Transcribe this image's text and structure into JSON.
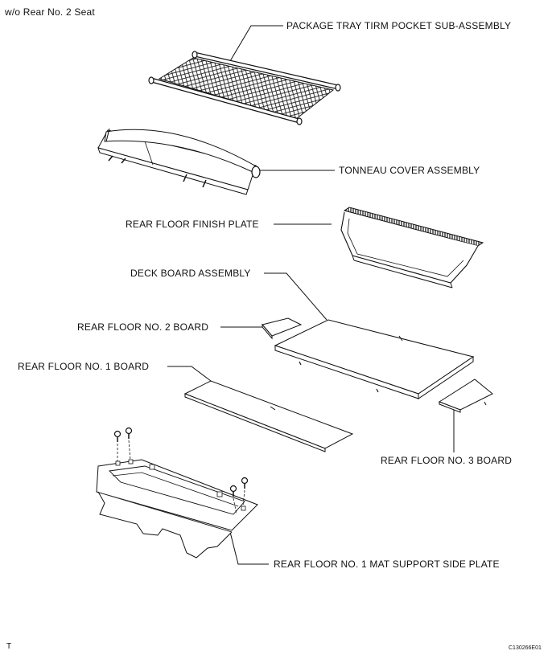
{
  "header": {
    "subtitle": "w/o Rear No. 2 Seat"
  },
  "labels": {
    "package_tray": "PACKAGE TRAY TIRM POCKET SUB-ASSEMBLY",
    "tonneau_cover": "TONNEAU COVER ASSEMBLY",
    "finish_plate": "REAR FLOOR FINISH PLATE",
    "deck_board": "DECK BOARD ASSEMBLY",
    "floor_no2": "REAR FLOOR NO. 2 BOARD",
    "floor_no1": "REAR FLOOR NO. 1 BOARD",
    "floor_no3": "REAR FLOOR NO. 3 BOARD",
    "mat_support": "REAR FLOOR NO. 1 MAT SUPPORT SIDE PLATE"
  },
  "footer": {
    "corner_mark": "T",
    "figure_code": "C130266E01"
  }
}
